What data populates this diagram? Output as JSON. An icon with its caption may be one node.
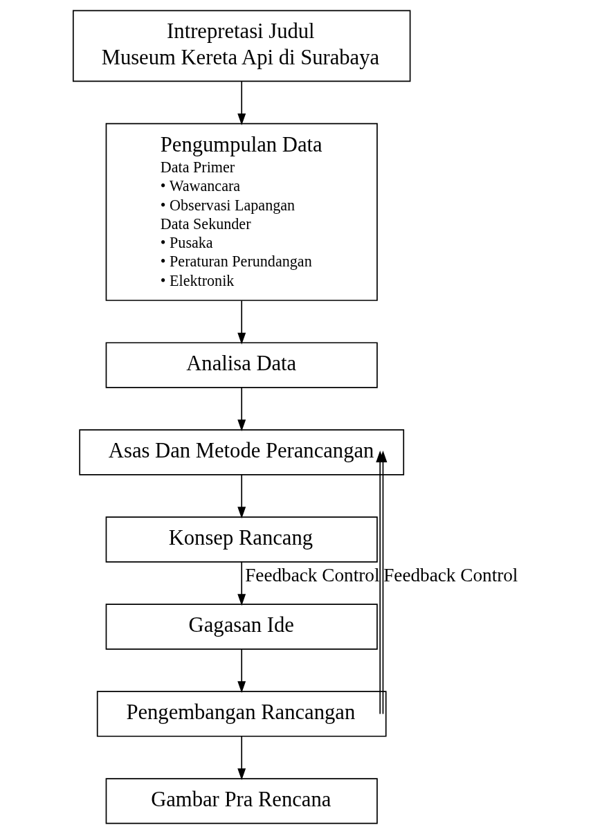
{
  "diagram": {
    "nodes": [
      {
        "text": [
          "Intrepretasi Judul",
          "Museum Kereta Api di Surabaya"
        ]
      },
      {
        "text": [
          "Pengumpulan Data",
          "Data Primer",
          "• Wawancara",
          "• Observasi Lapangan",
          "Data Sekunder",
          "• Pusaka",
          "• Peraturan Perundangan",
          "• Elektronik"
        ]
      },
      {
        "text": [
          "Analisa Data"
        ]
      },
      {
        "text": [
          "Asas Dan Metode Perancangan"
        ]
      },
      {
        "text": [
          "Konsep Rancang"
        ]
      },
      {
        "text": [
          "Gagasan Ide"
        ]
      },
      {
        "text": [
          "Pengembangan Rancangan"
        ]
      },
      {
        "text": [
          "Gambar Pra Rencana"
        ]
      }
    ],
    "edges": [
      {
        "from": 0,
        "to": 1,
        "arrow": "to"
      },
      {
        "from": 1,
        "to": 2,
        "arrow": "to"
      },
      {
        "from": 2,
        "to": 3,
        "arrow": "to"
      },
      {
        "from": 3,
        "to": 4,
        "arrow": "to"
      },
      {
        "from": 4,
        "to": 5,
        "arrow": "to"
      },
      {
        "from": 5,
        "to": 6,
        "arrow": "to"
      },
      {
        "from": 6,
        "to": 3,
        "arrow": "to",
        "label": "Feedback Control"
      },
      {
        "from": 6,
        "to": 3,
        "arrow": "to",
        "label": "Feedback Control"
      },
      {
        "from": 6,
        "to": 7,
        "arrow": "to"
      }
    ]
  }
}
